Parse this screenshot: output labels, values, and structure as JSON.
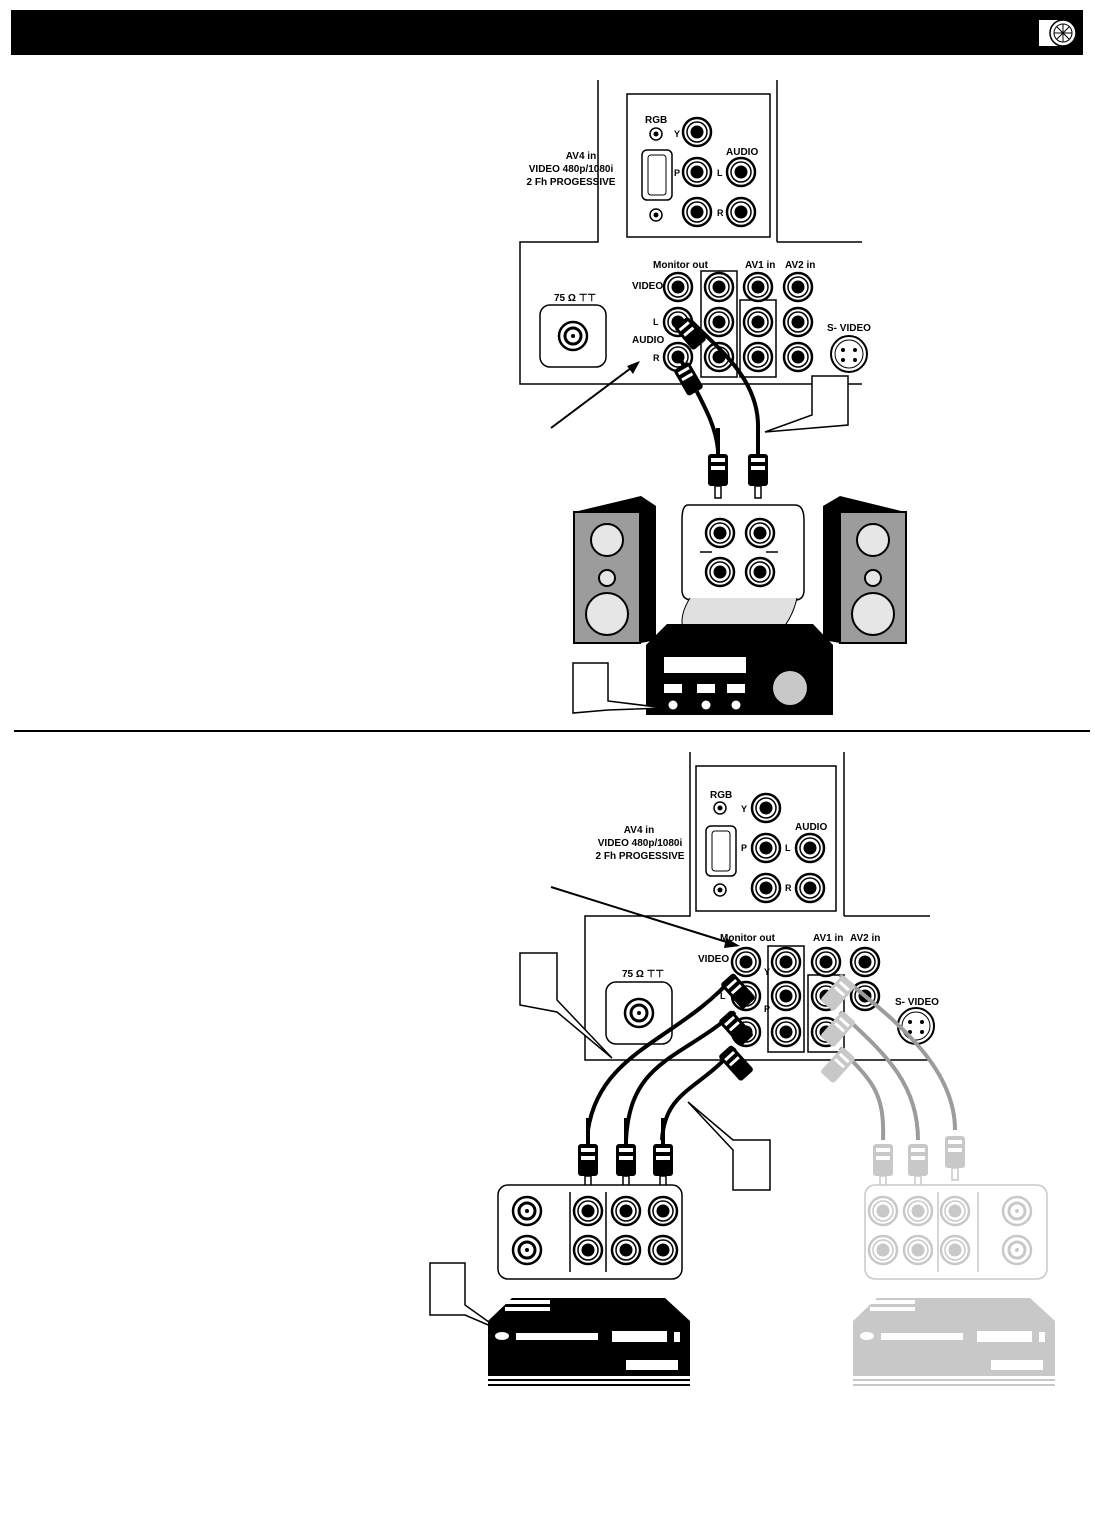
{
  "panel": {
    "rgb": "RGB",
    "y": "Y",
    "p": "P",
    "audio": "AUDIO",
    "l": "L",
    "r": "R",
    "av4_line1": "AV4 in",
    "av4_line2": "VIDEO 480p/1080i",
    "av4_line3": "2 Fh PROGESSIVE",
    "monitor_out": "Monitor out",
    "av1_in": "AV1 in",
    "av2_in": "AV2 in",
    "video": "VIDEO",
    "svideo": "S- VIDEO",
    "antenna": "75 Ω ⊤⊤"
  },
  "colors": {
    "ink": "#000000",
    "muted": "#bdbdbd",
    "paper": "#ffffff"
  },
  "icons": [
    "header-lens-icon",
    "speaker-icon",
    "stereo-receiver-icon",
    "vcr-icon",
    "rca-plug-icon"
  ]
}
